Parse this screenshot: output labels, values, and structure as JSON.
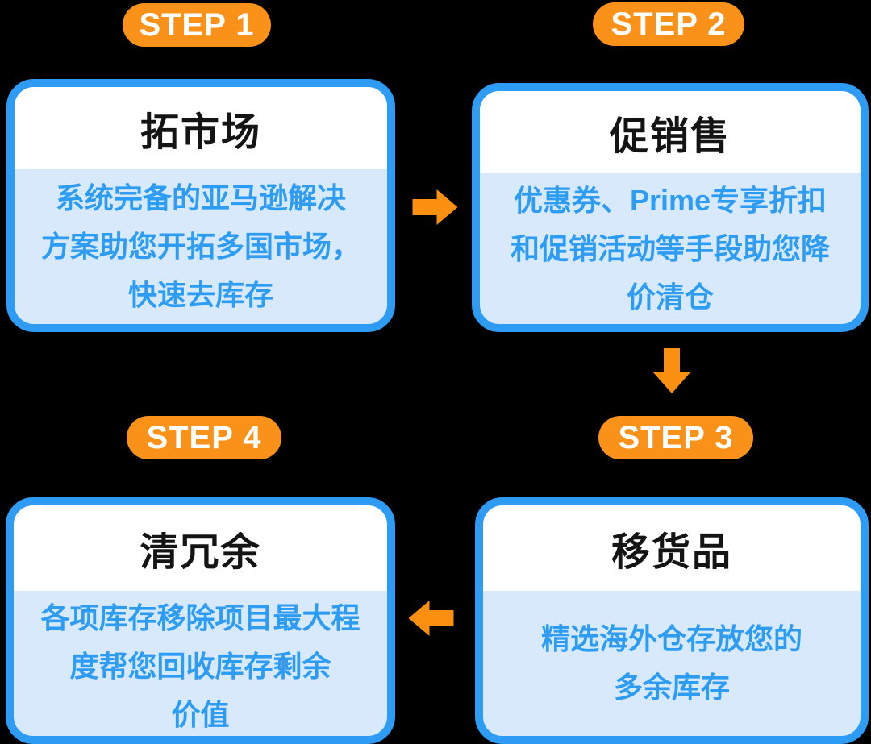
{
  "page": {
    "background": "#000000"
  },
  "colors": {
    "badge_orange": "#FA9119",
    "arrow_orange": "#FB9010",
    "card_border_blue": "#2E9BF4",
    "card_header_bg": "#FFFFFF",
    "card_body_bg": "#D8E9FB",
    "title_black": "#141414",
    "description_blue": "#2D9CF5",
    "badge_text_white": "#FFFFFF"
  },
  "steps": [
    {
      "badge": "STEP 1",
      "title": "拓市场",
      "description": "系统完备的亚马逊解决\n方案助您开拓多国市场，\n快速去库存",
      "position": "top-left"
    },
    {
      "badge": "STEP 2",
      "title": "促销售",
      "description": "优惠券、Prime专享折扣\n和促销活动等手段助您降\n价清仓",
      "position": "top-right"
    },
    {
      "badge": "STEP 3",
      "title": "移货品",
      "description": "精选海外仓存放您的\n多余库存",
      "position": "bottom-right"
    },
    {
      "badge": "STEP 4",
      "title": "清冗余",
      "description": "各项库存移除项目最大程\n度帮您回收库存剩余\n价值",
      "position": "bottom-left"
    }
  ],
  "arrows": [
    {
      "name": "step1-to-step2",
      "direction": "right"
    },
    {
      "name": "step2-to-step3",
      "direction": "down"
    },
    {
      "name": "step3-to-step4",
      "direction": "left"
    }
  ]
}
